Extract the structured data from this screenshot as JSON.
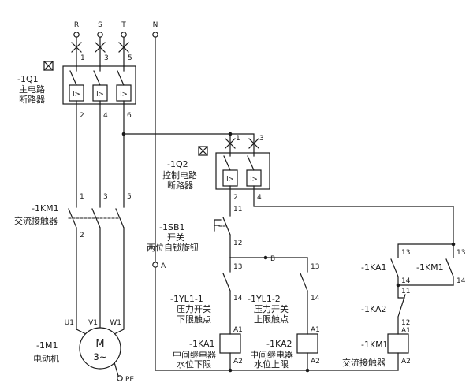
{
  "colors": {
    "line": "#1a1a1a",
    "background": "#ffffff"
  },
  "power": {
    "r": "R",
    "s": "S",
    "t": "T",
    "n": "N"
  },
  "q1": {
    "ref": "-1Q1",
    "desc1": "主电路",
    "desc2": "断路器",
    "in1": "1",
    "in2": "3",
    "in3": "5",
    "out1": "2",
    "out2": "4",
    "out3": "6",
    "release": "I>"
  },
  "km1_main": {
    "ref": "-1KM1",
    "desc": "交流接触器",
    "in1": "1",
    "in2": "3",
    "in3": "5",
    "out1": "2"
  },
  "motor": {
    "ref": "-1M1",
    "desc": "电动机",
    "letter": "M",
    "phases": "3~",
    "u": "U1",
    "v": "V1",
    "w": "W1",
    "pe": "PE"
  },
  "q2": {
    "ref": "-1Q2",
    "desc1": "控制电路",
    "desc2": "断路器",
    "in1": "1",
    "in2": "3",
    "out1": "2",
    "out2": "4",
    "release": "I>"
  },
  "sb1": {
    "ref": "-1SB1",
    "desc1": "开关",
    "desc2": "两位自锁旋钮",
    "t_top": "11",
    "t_bottom": "12"
  },
  "nodes": {
    "a": "A",
    "b": "B"
  },
  "yl1": {
    "ref": "-1YL1-1",
    "desc1": "压力开关",
    "desc2": "下限触点",
    "t_top": "13",
    "t_bottom": "14"
  },
  "ka1_coil": {
    "ref": "-1KA1",
    "desc1": "中间继电器",
    "desc2": "水位下限",
    "t_top": "A1",
    "t_bottom": "A2"
  },
  "yl2": {
    "ref": "-1YL1-2",
    "desc1": "压力开关",
    "desc2": "上限触点",
    "t_top": "13",
    "t_bottom": "14"
  },
  "ka2_coil": {
    "ref": "-1KA2",
    "desc1": "中间继电器",
    "desc2": "水位上限",
    "t_top": "A1",
    "t_bottom": "A2"
  },
  "ka1_contact": {
    "ref": "-1KA1",
    "t_top": "13",
    "t_bottom": "14"
  },
  "km1_contact": {
    "ref": "-1KM1",
    "t_top": "13",
    "t_bottom": "14"
  },
  "ka2_contact": {
    "ref": "-1KA2",
    "t_top": "11",
    "t_bottom": "12"
  },
  "km1_coil": {
    "ref": "-1KM1",
    "desc": "交流接触器",
    "t_top": "A1",
    "t_bottom": "A2"
  }
}
